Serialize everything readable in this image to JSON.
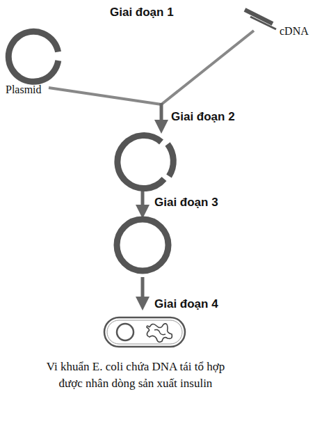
{
  "diagram": {
    "caption": "Vi khuẩn E. coli chứa DNA tái tổ hợp được nhân dòng sản xuất insulin",
    "labels": [
      "Giai đoạn 1",
      "Plasmid",
      "cDNA",
      "Giai đoạn 2",
      "Giai đoạn 3",
      "Giai đoạn 4"
    ]
  }
}
